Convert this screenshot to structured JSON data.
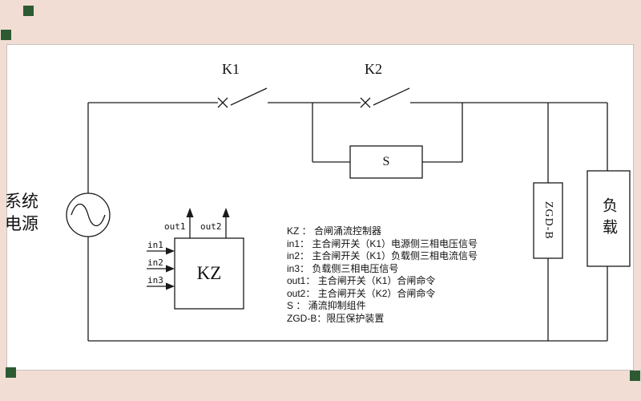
{
  "diagram": {
    "power_line1": "系统",
    "power_line2": "电源",
    "k1": "K1",
    "k2": "K2",
    "s": "S",
    "kz": "KZ",
    "zgd_b": "ZGD-B",
    "load": "负载",
    "in1": "in1",
    "in2": "in2",
    "in3": "in3",
    "out1": "out1",
    "out2": "out2"
  },
  "legend": {
    "items": [
      "KZ ：  合闸涌流控制器",
      "in1：  主合闸开关（K1）电源侧三相电压信号",
      "in2：  主合闸开关（K1）负载侧三相电流信号",
      "in3：  负载侧三相电压信号",
      "out1： 主合闸开关（K1）合闸命令",
      "out2： 主合闸开关（K2）合闸命令",
      "S   ： 涌流抑制组件",
      "ZGD-B：限压保护装置"
    ]
  },
  "colors": {
    "frame": "#f1ddd4",
    "canvas": "#ffffff",
    "line": "#1a1a1a",
    "handle": "#2e5a33"
  }
}
